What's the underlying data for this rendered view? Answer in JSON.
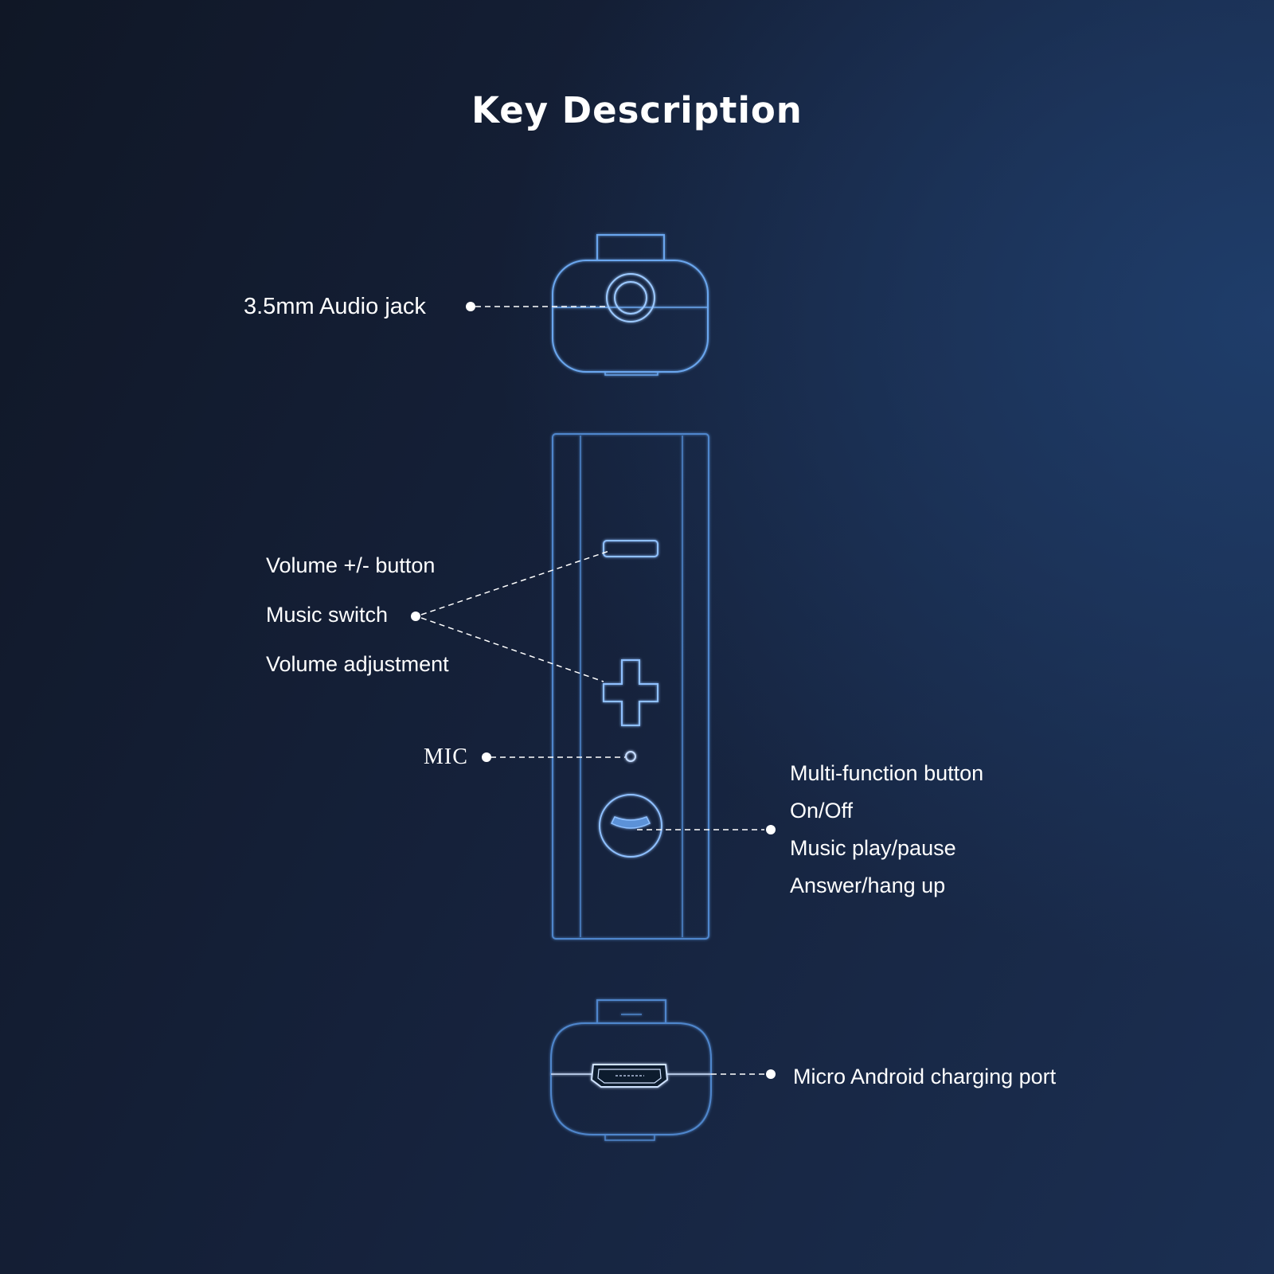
{
  "title": "Key Description",
  "callouts": {
    "audio_jack": "3.5mm Audio jack",
    "volume_group": [
      "Volume +/- button",
      "Music switch",
      "Volume adjustment"
    ],
    "mic": "MIC",
    "multi_function": [
      "Multi-function button",
      "On/Off",
      "Music play/pause",
      "Answer/hang up"
    ],
    "charging_port": "Micro Android charging port"
  },
  "colors": {
    "outline": "#5b92d8",
    "outline_bright": "#8fc0ff",
    "leader": "#ffffff"
  }
}
